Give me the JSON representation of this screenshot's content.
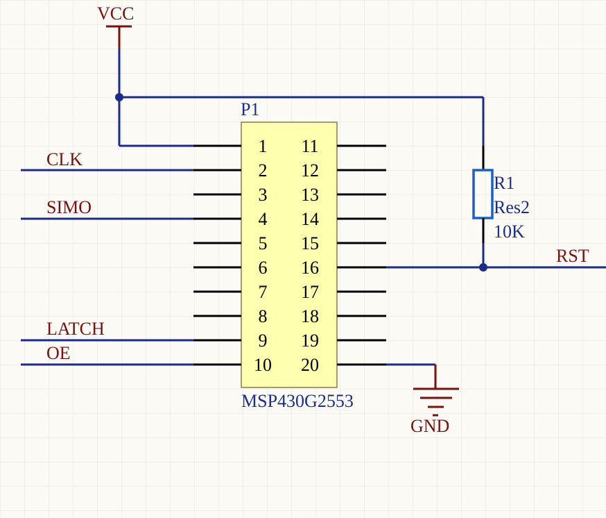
{
  "power": {
    "vcc": "VCC",
    "gnd": "GND"
  },
  "connector": {
    "designator": "P1",
    "comment": "MSP430G2553",
    "left_pins": [
      "1",
      "2",
      "3",
      "4",
      "5",
      "6",
      "7",
      "8",
      "9",
      "10"
    ],
    "right_pins": [
      "11",
      "12",
      "13",
      "14",
      "15",
      "16",
      "17",
      "18",
      "19",
      "20"
    ]
  },
  "resistor": {
    "designator": "R1",
    "type": "Res2",
    "value": "10K"
  },
  "nets": {
    "clk": "CLK",
    "simo": "SIMO",
    "latch": "LATCH",
    "oe": "OE",
    "rst": "RST"
  },
  "colors": {
    "wire": "#1c2a8c",
    "power_port": "#7a1010",
    "component_body": "#ffffb0",
    "resistor_body": "#1a5fd0"
  }
}
